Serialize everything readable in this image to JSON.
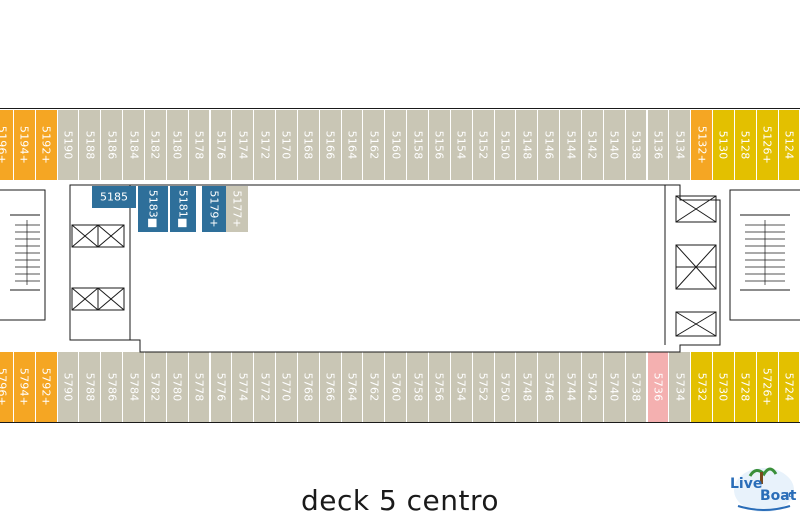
{
  "title": "deck 5 centro",
  "logo": {
    "line1": "Live",
    "line2": "Boat",
    "suffix": ".it"
  },
  "colors": {
    "standard": "#c9c6b5",
    "yellow": "#e3c000",
    "orange": "#f5a623",
    "blue": "#2e6f9a",
    "pink": "#f4b0b0",
    "lines": "#1a1a1a"
  },
  "top_row": [
    {
      "label": "5196+",
      "type": "orange"
    },
    {
      "label": "5194+",
      "type": "orange"
    },
    {
      "label": "5192+",
      "type": "orange"
    },
    {
      "label": "5190",
      "type": "standard"
    },
    {
      "label": "5188",
      "type": "standard"
    },
    {
      "label": "5186",
      "type": "standard"
    },
    {
      "label": "5184",
      "type": "standard"
    },
    {
      "label": "5182",
      "type": "standard"
    },
    {
      "label": "5180",
      "type": "standard"
    },
    {
      "label": "5178",
      "type": "standard"
    },
    {
      "label": "5176",
      "type": "standard"
    },
    {
      "label": "5174",
      "type": "standard"
    },
    {
      "label": "5172",
      "type": "standard"
    },
    {
      "label": "5170",
      "type": "standard"
    },
    {
      "label": "5168",
      "type": "standard"
    },
    {
      "label": "5166",
      "type": "standard"
    },
    {
      "label": "5164",
      "type": "standard"
    },
    {
      "label": "5162",
      "type": "standard"
    },
    {
      "label": "5160",
      "type": "standard"
    },
    {
      "label": "5158",
      "type": "standard"
    },
    {
      "label": "5156",
      "type": "standard"
    },
    {
      "label": "5154",
      "type": "standard"
    },
    {
      "label": "5152",
      "type": "standard"
    },
    {
      "label": "5150",
      "type": "standard"
    },
    {
      "label": "5148",
      "type": "standard"
    },
    {
      "label": "5146",
      "type": "standard"
    },
    {
      "label": "5144",
      "type": "standard"
    },
    {
      "label": "5142",
      "type": "standard"
    },
    {
      "label": "5140",
      "type": "standard"
    },
    {
      "label": "5138",
      "type": "standard"
    },
    {
      "label": "5136",
      "type": "standard"
    },
    {
      "label": "5134",
      "type": "standard"
    },
    {
      "label": "5132+",
      "type": "orange"
    },
    {
      "label": "5130",
      "type": "yellow"
    },
    {
      "label": "5128",
      "type": "yellow"
    },
    {
      "label": "5126+",
      "type": "yellow"
    },
    {
      "label": "5124",
      "type": "yellow"
    }
  ],
  "bottom_row": [
    {
      "label": "5796+",
      "type": "orange"
    },
    {
      "label": "5794+",
      "type": "orange"
    },
    {
      "label": "5792+",
      "type": "orange"
    },
    {
      "label": "5790",
      "type": "standard"
    },
    {
      "label": "5788",
      "type": "standard"
    },
    {
      "label": "5786",
      "type": "standard"
    },
    {
      "label": "5784",
      "type": "standard"
    },
    {
      "label": "5782",
      "type": "standard"
    },
    {
      "label": "5780",
      "type": "standard"
    },
    {
      "label": "5778",
      "type": "standard"
    },
    {
      "label": "5776",
      "type": "standard"
    },
    {
      "label": "5774",
      "type": "standard"
    },
    {
      "label": "5772",
      "type": "standard"
    },
    {
      "label": "5770",
      "type": "standard"
    },
    {
      "label": "5768",
      "type": "standard"
    },
    {
      "label": "5766",
      "type": "standard"
    },
    {
      "label": "5764",
      "type": "standard"
    },
    {
      "label": "5762",
      "type": "standard"
    },
    {
      "label": "5760",
      "type": "standard"
    },
    {
      "label": "5758",
      "type": "standard"
    },
    {
      "label": "5756",
      "type": "standard"
    },
    {
      "label": "5754",
      "type": "standard"
    },
    {
      "label": "5752",
      "type": "standard"
    },
    {
      "label": "5750",
      "type": "standard"
    },
    {
      "label": "5748",
      "type": "standard"
    },
    {
      "label": "5746",
      "type": "standard"
    },
    {
      "label": "5744",
      "type": "standard"
    },
    {
      "label": "5742",
      "type": "standard"
    },
    {
      "label": "5740",
      "type": "standard"
    },
    {
      "label": "5738",
      "type": "standard"
    },
    {
      "label": "5736",
      "type": "pink"
    },
    {
      "label": "5734",
      "type": "standard"
    },
    {
      "label": "5732",
      "type": "yellow"
    },
    {
      "label": "5730",
      "type": "yellow"
    },
    {
      "label": "5728",
      "type": "yellow"
    },
    {
      "label": "5726+",
      "type": "yellow"
    },
    {
      "label": "5724",
      "type": "yellow"
    }
  ],
  "inner_cabins": [
    {
      "label": "5185",
      "type": "blue",
      "orientation": "horizontal"
    },
    {
      "label": "5183■",
      "type": "blue",
      "orientation": "vertical"
    },
    {
      "label": "5181■",
      "type": "blue",
      "orientation": "vertical"
    },
    {
      "label": "5179+",
      "type": "blue",
      "orientation": "vertical"
    },
    {
      "label": "5177+",
      "type": "standard",
      "orientation": "vertical"
    }
  ]
}
